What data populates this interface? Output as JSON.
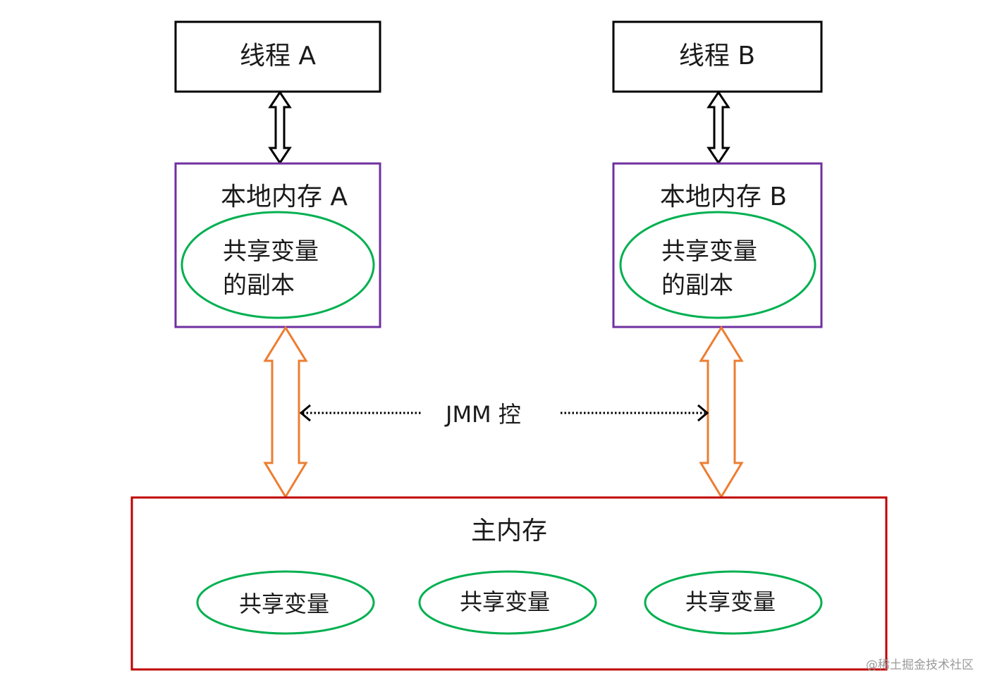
{
  "threads": [
    {
      "label": "线程 A"
    },
    {
      "label": "线程 B"
    }
  ],
  "local_memories": [
    {
      "label": "本地内存 A",
      "copy_line1": "共享变量",
      "copy_line2": "的副本"
    },
    {
      "label": "本地内存 B",
      "copy_line1": "共享变量",
      "copy_line2": "的副本"
    }
  ],
  "jmm_label": "JMM 控",
  "main_memory": {
    "label": "主内存",
    "shared_variables": [
      "共享变量",
      "共享变量",
      "共享变量"
    ]
  },
  "watermark": "@稀土掘金技术社区",
  "colors": {
    "thread_border": "#000000",
    "local_border": "#7030a0",
    "ellipse_border": "#00b050",
    "main_border": "#c00000",
    "orange_arrow": "#ed7d31"
  }
}
